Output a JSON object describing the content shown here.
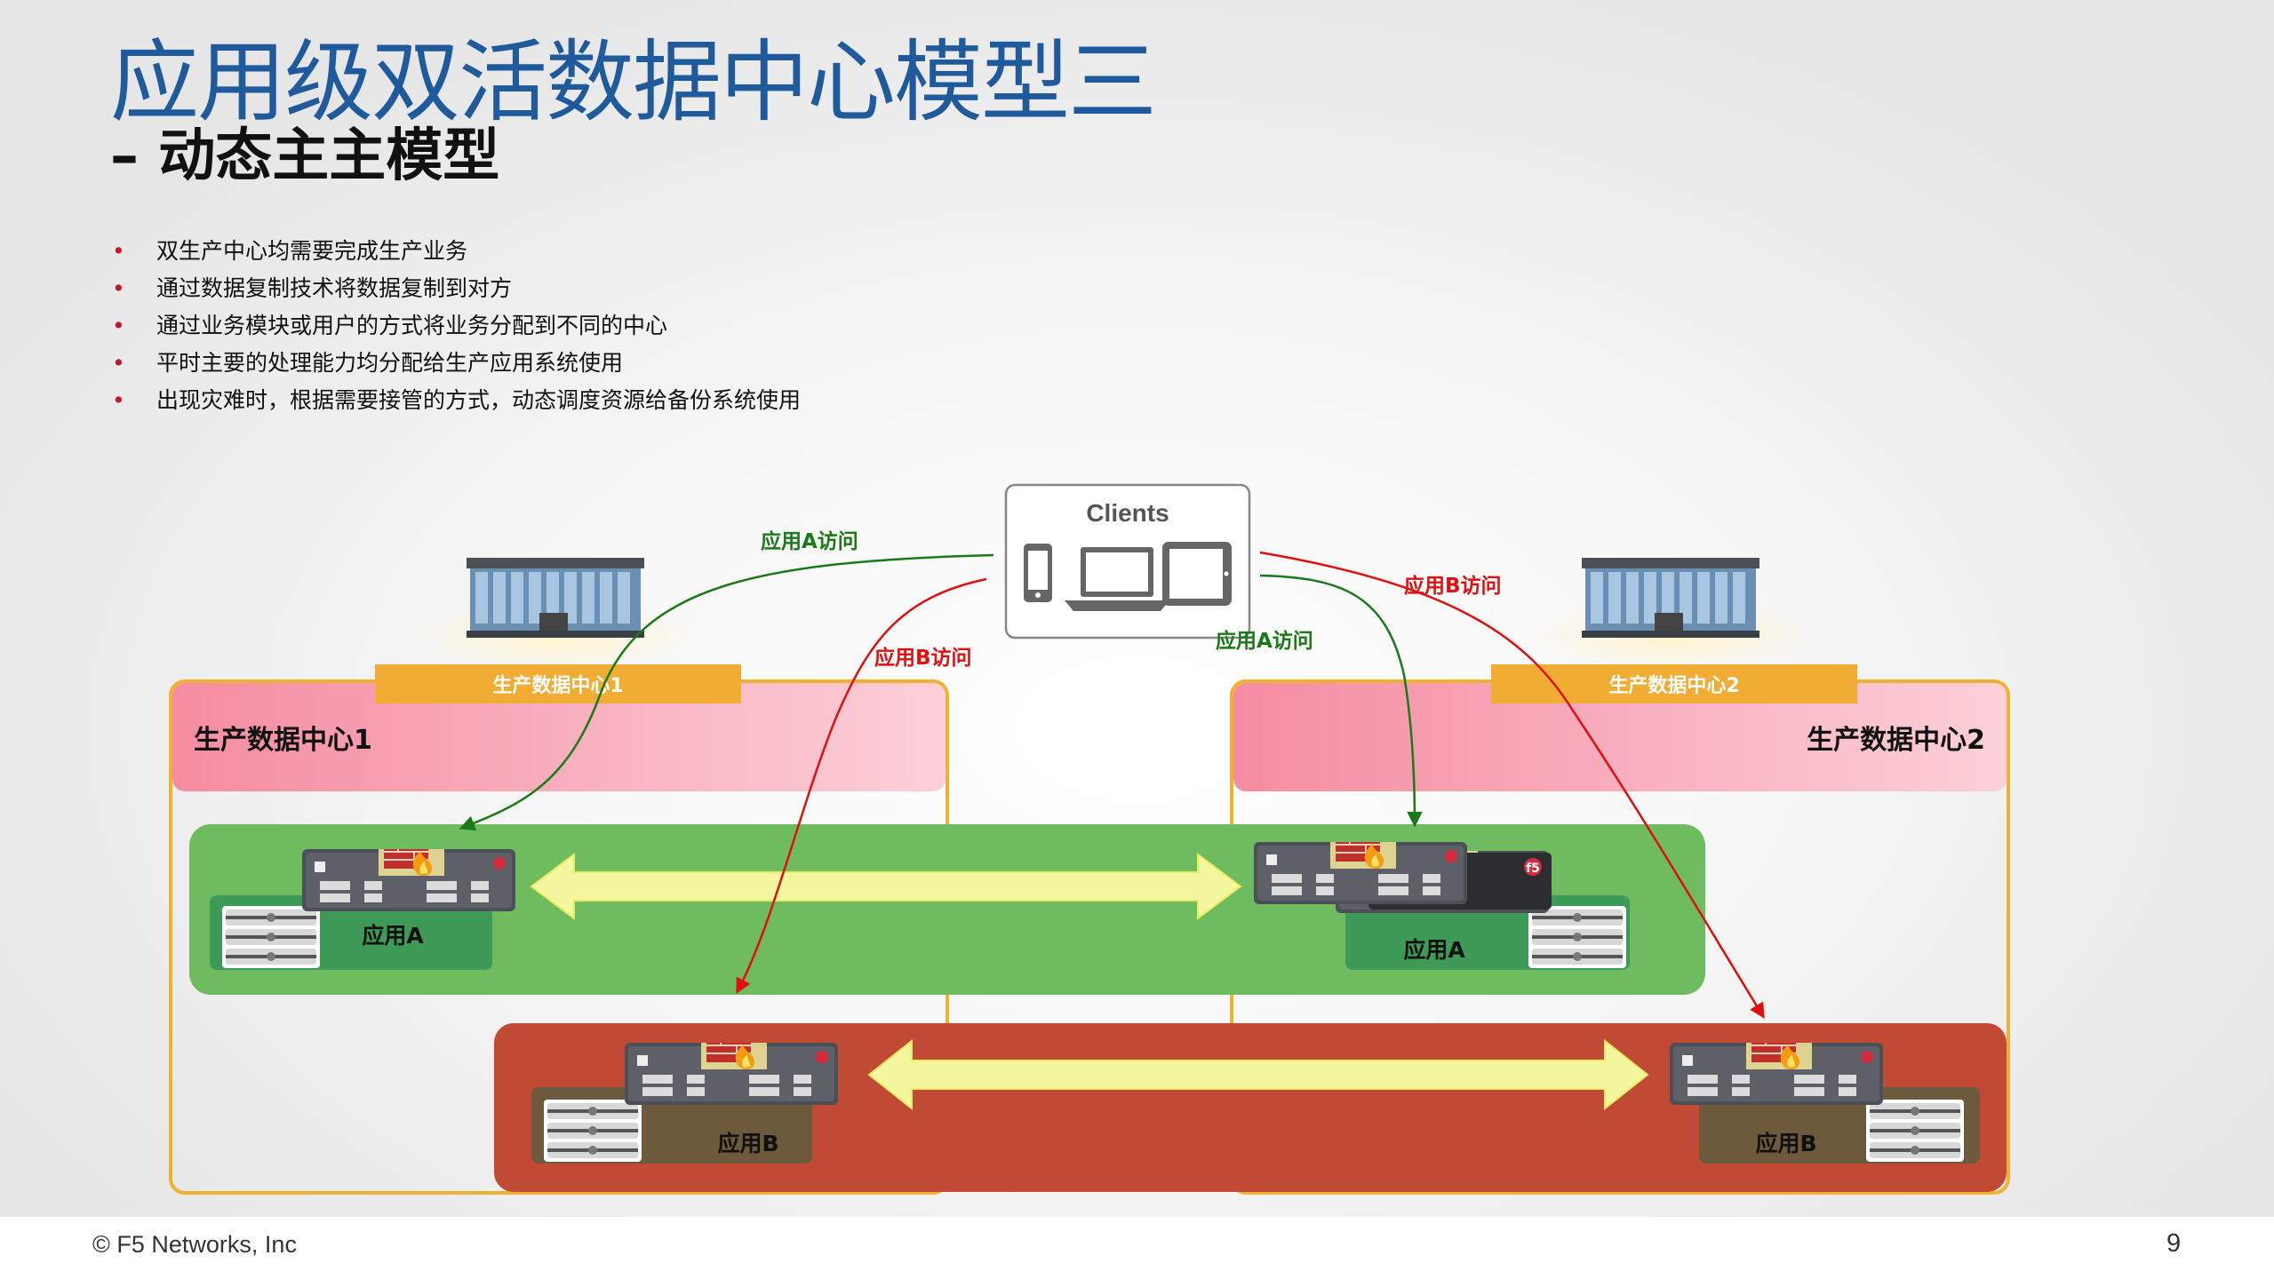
{
  "slide": {
    "title": "应用级双活数据中心模型三",
    "subtitle": "– 动态主主模型",
    "bullets": [
      "双生产中心均需要完成生产业务",
      "通过数据复制技术将数据复制到对方",
      "通过业务模块或用户的方式将业务分配到不同的中心",
      "平时主要的处理能力均分配给生产应用系统使用",
      "出现灾难时，根据需要接管的方式，动态调度资源给备份系统使用"
    ],
    "bullet_mark": "•"
  },
  "diagram": {
    "clients_label": "Clients",
    "dc1_tab": "生产数据中心1",
    "dc2_tab": "生产数据中心2",
    "dc1_label": "生产数据中心1",
    "dc2_label": "生产数据中心2",
    "app_a_dc1": "应用A",
    "app_a_dc2": "应用A",
    "app_b_dc1": "应用B",
    "app_b_dc2": "应用B",
    "flow_a_left": "应用A访问",
    "flow_b_left": "应用B访问",
    "flow_a_right": "应用A访问",
    "flow_b_right": "应用B访问",
    "f5_logo": "f5",
    "icons": [
      "phone-icon",
      "laptop-icon",
      "tablet-icon",
      "server-rack-icon",
      "firewall-icon",
      "server-stack-icon"
    ],
    "colors": {
      "title_blue": "#1f5a9c",
      "bullet_red": "#c0182d",
      "dc_border": "#f0b030",
      "dc_header_pink": "#f8a8b8",
      "app_a_band": "#6fbb5f",
      "app_a_box": "#3d9a57",
      "app_b_band": "#c04a33",
      "app_b_box": "#6d5a3c",
      "flow_green": "#1a7a18",
      "flow_red": "#e01010",
      "replication_arrow": "#f4f7a0"
    }
  },
  "footer": {
    "copyright": "© F5 Networks, Inc",
    "page": "9"
  }
}
